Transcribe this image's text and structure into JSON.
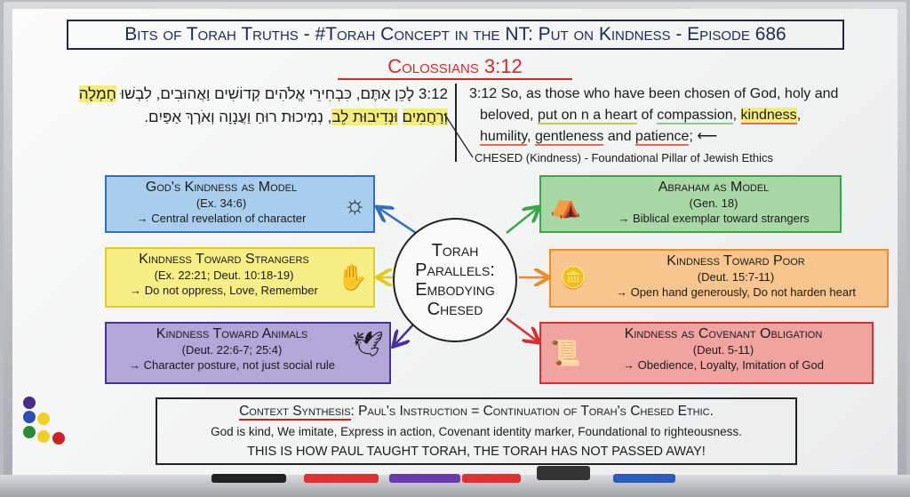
{
  "title": "Bits of Torah Truths - #Torah Concept in the NT: Put on Kindness - Episode 686",
  "reference": "Colossians 3:12",
  "hebrew": {
    "pre": "3:12 לָכֵן אַתֶּם, כִּבְחִירֵי אֱלֹהִים קְדוֹשִׁים וַאֲהוּבִים, לִבְשׁוּ ",
    "highlight1": "חֶמְלָה וְרַחֲמִים",
    "mid": " ",
    "highlight2": "וּנְדִיבוּת לֵב",
    "post": ", נְמִיכוּת רוּחַ וַעֲנָוָה וְאֹרֶךְ אַפַּיִם."
  },
  "english": {
    "line1": "3:12 So, as those who have been chosen of God, holy and",
    "w_beloved": "beloved, ",
    "w_puton": "put on n a heart",
    "w_of": " of ",
    "w_compassion": "compassion",
    "w_comma1": ", ",
    "w_kindness": "kindness",
    "w_comma2": ",",
    "w_humility": "humility",
    "w_comma3": ", ",
    "w_gentleness": "gentleness",
    "w_and": " and ",
    "w_patience": "patience",
    "w_semi": ";"
  },
  "chesed_note": "CHESED (Kindness) - Foundational Pillar of Jewish Ethics",
  "center": {
    "l1": "Torah",
    "l2": "Parallels:",
    "l3": "Embodying",
    "l4": "Chesed"
  },
  "boxes": [
    {
      "title": "God's Kindness as Model",
      "ref": "(Ex. 34:6)",
      "note": "→ Central revelation of character",
      "icon": "radiant-person-icon",
      "color": "#2f6fc0"
    },
    {
      "title": "Kindness Toward Strangers",
      "ref": "(Ex. 22:21; Deut. 10:18-19)",
      "note": "→ Do not oppress, Love, Remember",
      "icon": "open-hands-icon",
      "color": "#e4cc1e"
    },
    {
      "title": "Kindness Toward Animals",
      "ref": "(Deut. 22:6-7; 25:4)",
      "note": "→ Character posture, not just social rule",
      "icon": "dove-icon",
      "color": "#4a2e9a"
    },
    {
      "title": "Abraham as Model",
      "ref": "(Gen. 18)",
      "note": "→ Biblical exemplar toward strangers",
      "icon": "tent-icon",
      "color": "#3aa64a"
    },
    {
      "title": "Kindness Toward Poor",
      "ref": "(Deut. 15:7-11)",
      "note": "→ Open hand generously, Do not harden heart",
      "icon": "hand-coin-icon",
      "color": "#f08a24"
    },
    {
      "title": "Kindness as Covenant Obligation",
      "ref": "(Deut. 5-11)",
      "note": "→ Obedience, Loyalty, Imitation of God",
      "icon": "scroll-icon",
      "color": "#d62f2f"
    }
  ],
  "synthesis": {
    "label": "Context Synthesis",
    "line1": ": Paul's Instruction = Continuation of Torah's Chesed Ethic.",
    "line2": "God is kind, We imitate, Express in action, Covenant identity marker, Foundational to righteousness.",
    "line3": "THIS IS HOW PAUL TAUGHT TORAH, THE TORAH HAS NOT PASSED AWAY!"
  }
}
